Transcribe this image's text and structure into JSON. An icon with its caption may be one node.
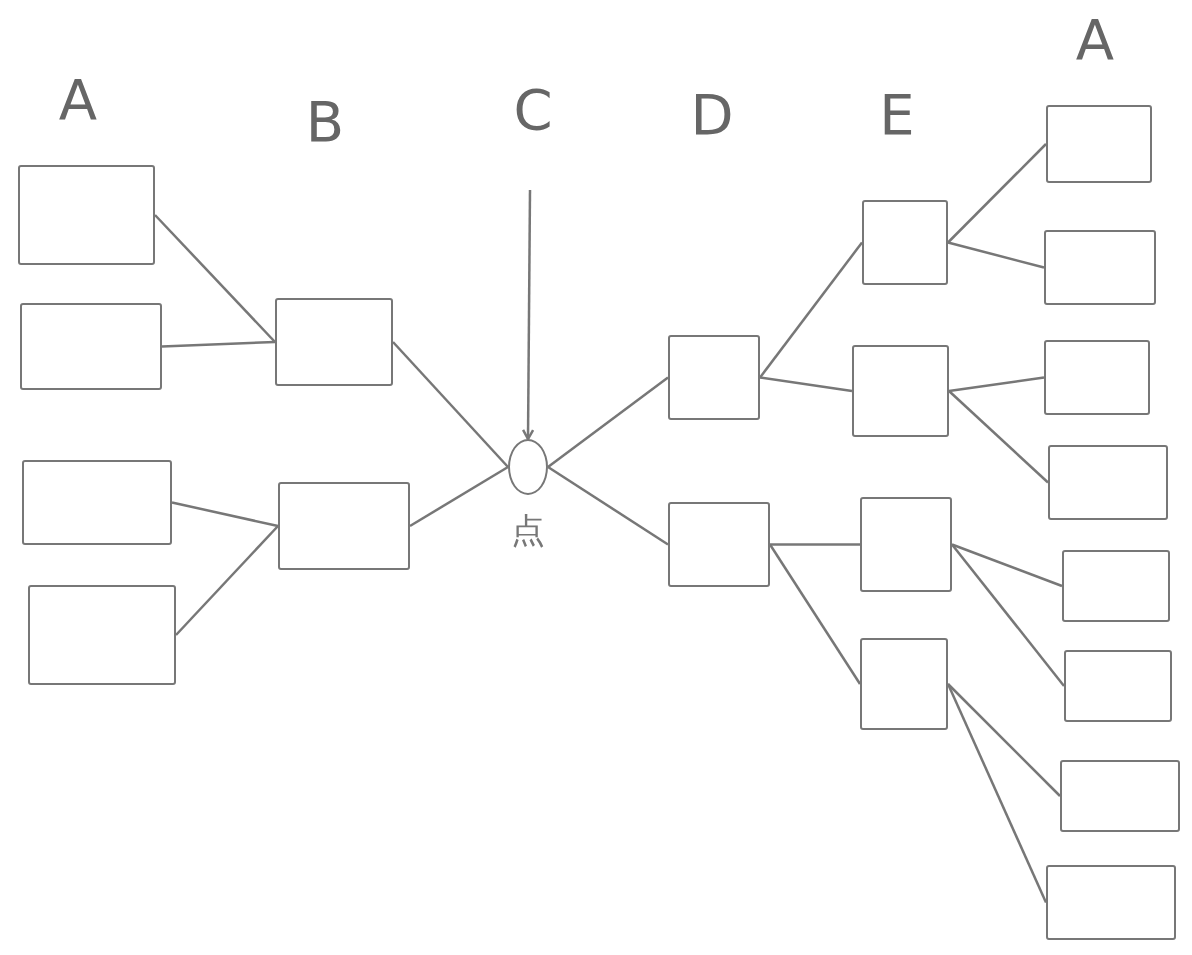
{
  "diagram": {
    "nodes": [
      {
        "text": [],
        "shape": "box"
      },
      {
        "text": [],
        "shape": "box"
      },
      {
        "text": [],
        "shape": "box"
      },
      {
        "text": [],
        "shape": "box"
      },
      {
        "text": [],
        "shape": "box"
      },
      {
        "text": [],
        "shape": "box"
      },
      {
        "text": [],
        "shape": "circle",
        "beside": [
          "点"
        ]
      },
      {
        "text": [],
        "shape": "box"
      },
      {
        "text": [],
        "shape": "box"
      },
      {
        "text": [],
        "shape": "box"
      },
      {
        "text": [],
        "shape": "box"
      },
      {
        "text": [],
        "shape": "box"
      },
      {
        "text": [],
        "shape": "box"
      },
      {
        "text": [],
        "shape": "box"
      },
      {
        "text": [],
        "shape": "box"
      },
      {
        "text": [],
        "shape": "box"
      },
      {
        "text": [],
        "shape": "box"
      },
      {
        "text": [],
        "shape": "box"
      },
      {
        "text": [],
        "shape": "box"
      },
      {
        "text": [],
        "shape": "box"
      },
      {
        "text": [],
        "shape": "box"
      }
    ],
    "edges": [
      {
        "from": 0,
        "to": 4,
        "arrow": "none"
      },
      {
        "from": 1,
        "to": 4,
        "arrow": "none"
      },
      {
        "from": 2,
        "to": 5,
        "arrow": "none"
      },
      {
        "from": 3,
        "to": 5,
        "arrow": "none"
      },
      {
        "from": 4,
        "to": 6,
        "arrow": "none"
      },
      {
        "from": 5,
        "to": 6,
        "arrow": "none"
      },
      {
        "from": null,
        "to": 6,
        "arrow": "to"
      },
      {
        "from": 6,
        "to": 7,
        "arrow": "none"
      },
      {
        "from": 6,
        "to": 8,
        "arrow": "none"
      },
      {
        "from": 7,
        "to": 9,
        "arrow": "none"
      },
      {
        "from": 7,
        "to": 10,
        "arrow": "none"
      },
      {
        "from": 8,
        "to": 11,
        "arrow": "none"
      },
      {
        "from": 8,
        "to": 12,
        "arrow": "none"
      },
      {
        "from": 9,
        "to": 13,
        "arrow": "none"
      },
      {
        "from": 9,
        "to": 14,
        "arrow": "none"
      },
      {
        "from": 10,
        "to": 15,
        "arrow": "none"
      },
      {
        "from": 10,
        "to": 16,
        "arrow": "none"
      },
      {
        "from": 11,
        "to": 17,
        "arrow": "none"
      },
      {
        "from": 11,
        "to": 18,
        "arrow": "none"
      },
      {
        "from": 12,
        "to": 19,
        "arrow": "none"
      },
      {
        "from": 12,
        "to": 20,
        "arrow": "none"
      }
    ],
    "labels": [
      "A",
      "B",
      "C",
      "D",
      "E",
      "A"
    ]
  }
}
